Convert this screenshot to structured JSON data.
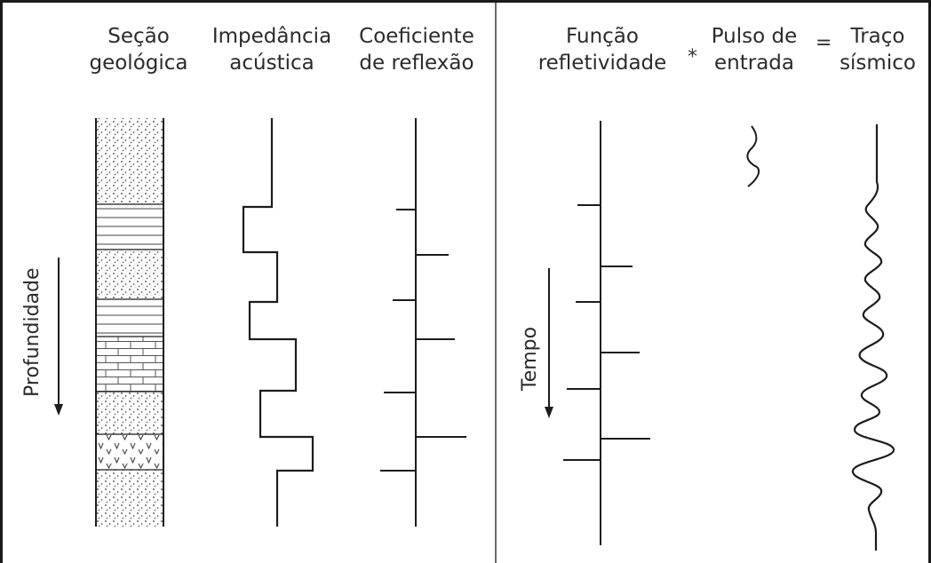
{
  "headers": {
    "secao": [
      "Seção",
      "geológica"
    ],
    "impedancia": [
      "Impedância",
      "acústica"
    ],
    "coeficiente": [
      "Coeficiente",
      "de reflexão"
    ],
    "funcao": [
      "Função",
      "refletividade"
    ],
    "pulso": [
      "Pulso de",
      "entrada"
    ],
    "traco": [
      "Traço",
      "sísmico"
    ]
  },
  "operators": {
    "convolve": "*",
    "equals": "="
  },
  "axis_labels": {
    "depth": "Profundidade",
    "time": "Tempo"
  },
  "colors": {
    "line": "#1c1c1c",
    "frame": "#1a1a1a",
    "divider": "#6a6a6a"
  }
}
